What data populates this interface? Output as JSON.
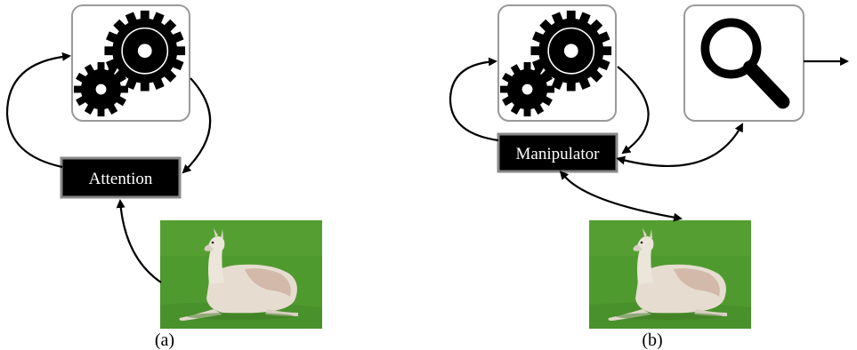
{
  "panels": [
    {
      "label": "(a)",
      "modules": {
        "processor_icon": "gears-icon",
        "operation": "Attention"
      },
      "input_image": "llama-photo"
    },
    {
      "label": "(b)",
      "modules": {
        "processor_icon": "gears-icon",
        "operation": "Manipulator",
        "tool_icon": "magnifier-icon"
      },
      "input_image": "llama-photo"
    }
  ],
  "colors": {
    "box_fill": "#000000",
    "box_border": "#888888",
    "box_text": "#ffffff",
    "tile_border": "#9a9a9a",
    "grass": "#4f9a2f",
    "llama": "#e8e1d6"
  }
}
